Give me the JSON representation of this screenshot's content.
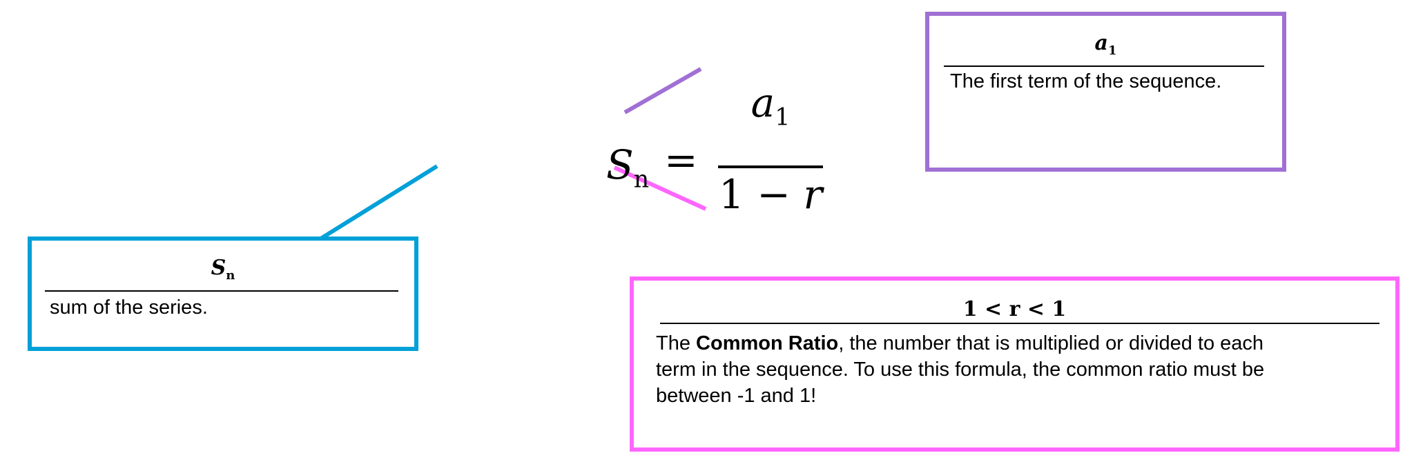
{
  "formula": {
    "lhs": "S",
    "lhs_sub": "n",
    "equals": "=",
    "numerator": "a",
    "numerator_sub": "1",
    "denominator_one": "1",
    "denominator_minus": "−",
    "denominator_r": "r"
  },
  "boxes": {
    "sum": {
      "heading": "S",
      "heading_sub": "n",
      "text": "sum of the series.",
      "color": "#00a0d8"
    },
    "first_term": {
      "heading": "a",
      "heading_sub": "1",
      "text": "The first term of the sequence.",
      "color": "#a070d4"
    },
    "ratio": {
      "heading": "1 < r < 1",
      "text_pre": "The ",
      "text_bold": "Common Ratio",
      "text_post": ", the number that is multiplied or divided to each term in the sequence. To use this formula, the common ratio must be between -1 and 1!",
      "color": "#ff66ff"
    }
  }
}
